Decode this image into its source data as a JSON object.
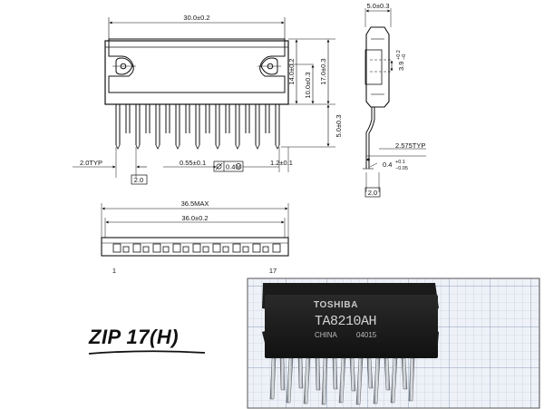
{
  "package": {
    "name": "ZIP 17(H)"
  },
  "top_view": {
    "dim_width": "30.0±0.2",
    "dim_height_body": "14.0±0.2",
    "dim_height_overall": "17.0±0.3",
    "dim_tab_to_hole": "10.0±0.3",
    "dim_lead_length": "5.0±0.3",
    "dim_pitch_typ": "2.0TYP",
    "dim_lead_width": "0.55±0.1",
    "dim_tolerance_frame_value": "0.4",
    "dim_lead_offset": "1.2±0.1",
    "dim_pitch_box": "2.0"
  },
  "side_view": {
    "dim_thickness": "5.0±0.3",
    "dim_hole": "3.9",
    "dim_hole_tol_plus": "+0.2",
    "dim_hole_tol_minus": "−0",
    "dim_lead_bend": "2.575TYP",
    "dim_lead_thickness": "0.4",
    "dim_lead_thickness_tol_plus": "+0.1",
    "dim_lead_thickness_tol_minus": "−0.05",
    "dim_box": "2.0"
  },
  "bottom_view": {
    "dim_max": "36.5MAX",
    "dim_length": "36.0±0.2",
    "pin_first": "1",
    "pin_last": "17"
  },
  "photo": {
    "brand": "TOSHIBA",
    "part": "TA8210AH",
    "origin": "CHINA",
    "code": "04015"
  }
}
